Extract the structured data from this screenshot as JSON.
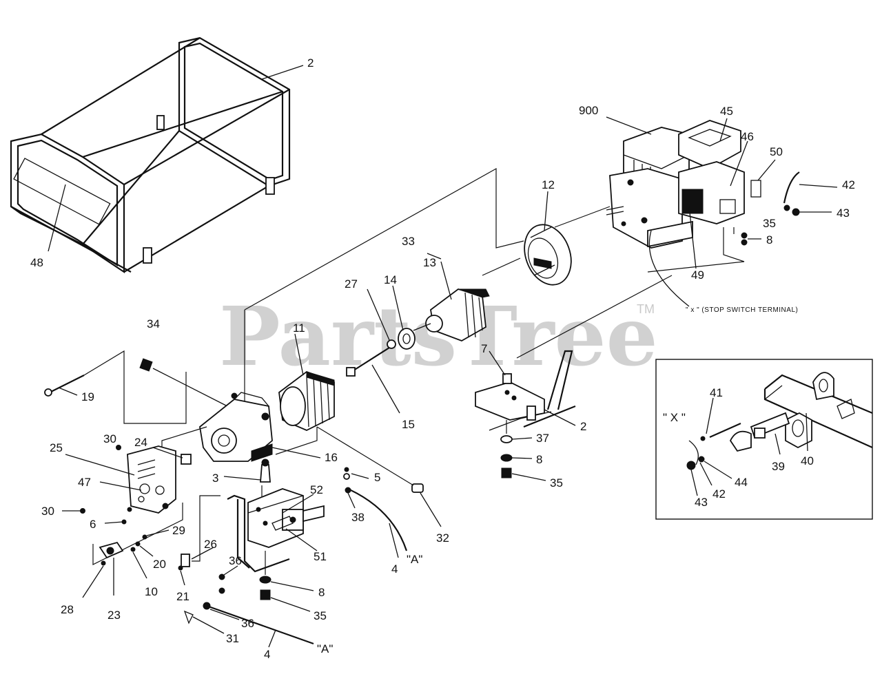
{
  "watermark": {
    "text": "PartsTree",
    "trademark": "TM"
  },
  "annotations": {
    "stop_switch": "\" x \" (STOP SWITCH TERMINAL)",
    "inset_x": "\" X \"",
    "ref_a1": "\"A\"",
    "ref_a2": "\"A\""
  },
  "callouts": {
    "c2a": "2",
    "c48": "48",
    "c900": "900",
    "c45": "45",
    "c46": "46",
    "c50": "50",
    "c42a": "42",
    "c43a": "43",
    "c12": "12",
    "c35a": "35",
    "c8a": "8",
    "c49": "49",
    "c33": "33",
    "c13": "13",
    "c27": "27",
    "c14": "14",
    "c34": "34",
    "c11": "11",
    "c19": "19",
    "c15": "15",
    "c7": "7",
    "c2b": "2",
    "c37": "37",
    "c8b": "8",
    "c35b": "35",
    "c30a": "30",
    "c24": "24",
    "c25": "25",
    "c16": "16",
    "c47": "47",
    "c3": "3",
    "c5": "5",
    "c30b": "30",
    "c52": "52",
    "c38": "38",
    "c6": "6",
    "c29": "29",
    "c32": "32",
    "c26": "26",
    "c20": "20",
    "c51": "51",
    "c4a": "4",
    "c10": "10",
    "c36a": "36",
    "c21": "21",
    "c8c": "8",
    "c28": "28",
    "c23": "23",
    "c35c": "35",
    "c36b": "36",
    "c31": "31",
    "c4b": "4",
    "c41": "41",
    "c39": "39",
    "c40": "40",
    "c44": "44",
    "c43b": "43",
    "c42b": "42"
  }
}
